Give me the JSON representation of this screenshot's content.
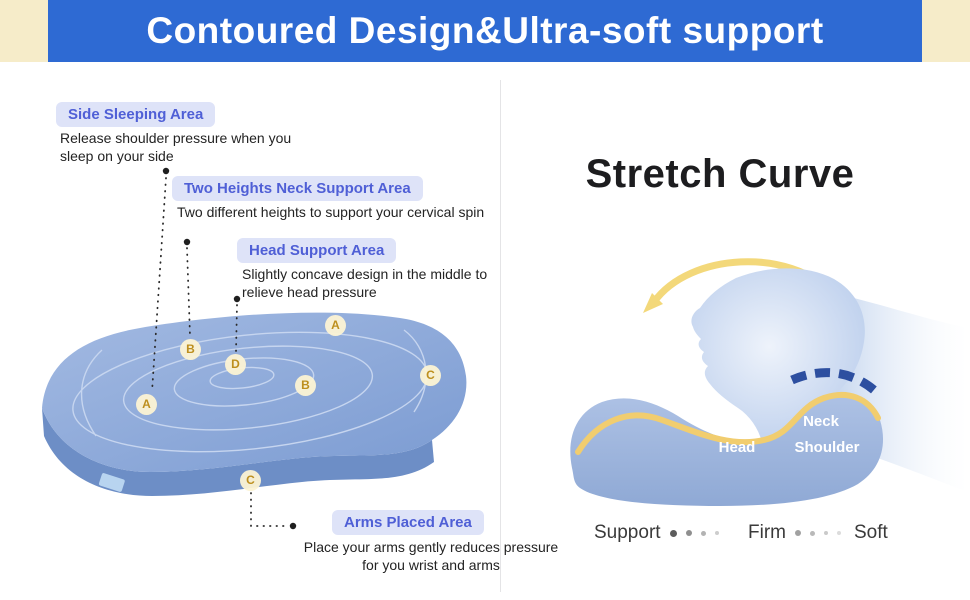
{
  "banner": {
    "title": "Contoured Design&Ultra-soft support",
    "bg_color": "#2e6ad3",
    "edge_color": "#f6ecc9"
  },
  "left_panel": {
    "callouts": [
      {
        "label": "Side Sleeping Area",
        "desc": "Release shoulder pressure when you sleep on your side"
      },
      {
        "label": "Two Heights Neck Support Area",
        "desc": "Two different heights to support your cervical spin"
      },
      {
        "label": "Head Support Area",
        "desc": "Slightly concave design in the middle to relieve head pressure"
      },
      {
        "label": "Arms Placed Area",
        "desc": "Place your arms gently reduces pressure for you wrist and arms"
      }
    ],
    "markers": [
      "A",
      "B",
      "D",
      "B",
      "A",
      "C",
      "C"
    ]
  },
  "right_panel": {
    "title": "Stretch Curve",
    "labels": {
      "head": "Head",
      "neck": "Neck",
      "shoulder": "Shoulder"
    },
    "scale": {
      "support": "Support",
      "firm": "Firm",
      "soft": "Soft"
    }
  },
  "colors": {
    "banner_blue": "#2e6ad3",
    "edge_cream": "#f6ecc9",
    "badge_bg": "#dee3f8",
    "badge_text": "#4f5fd6",
    "pillow_blue": "#7f9ed4",
    "marker_bg": "#fcf3d4",
    "marker_text": "#bd8f1e",
    "curve_yellow": "#f1cd6f",
    "dash_blue": "#2d4fa0"
  }
}
